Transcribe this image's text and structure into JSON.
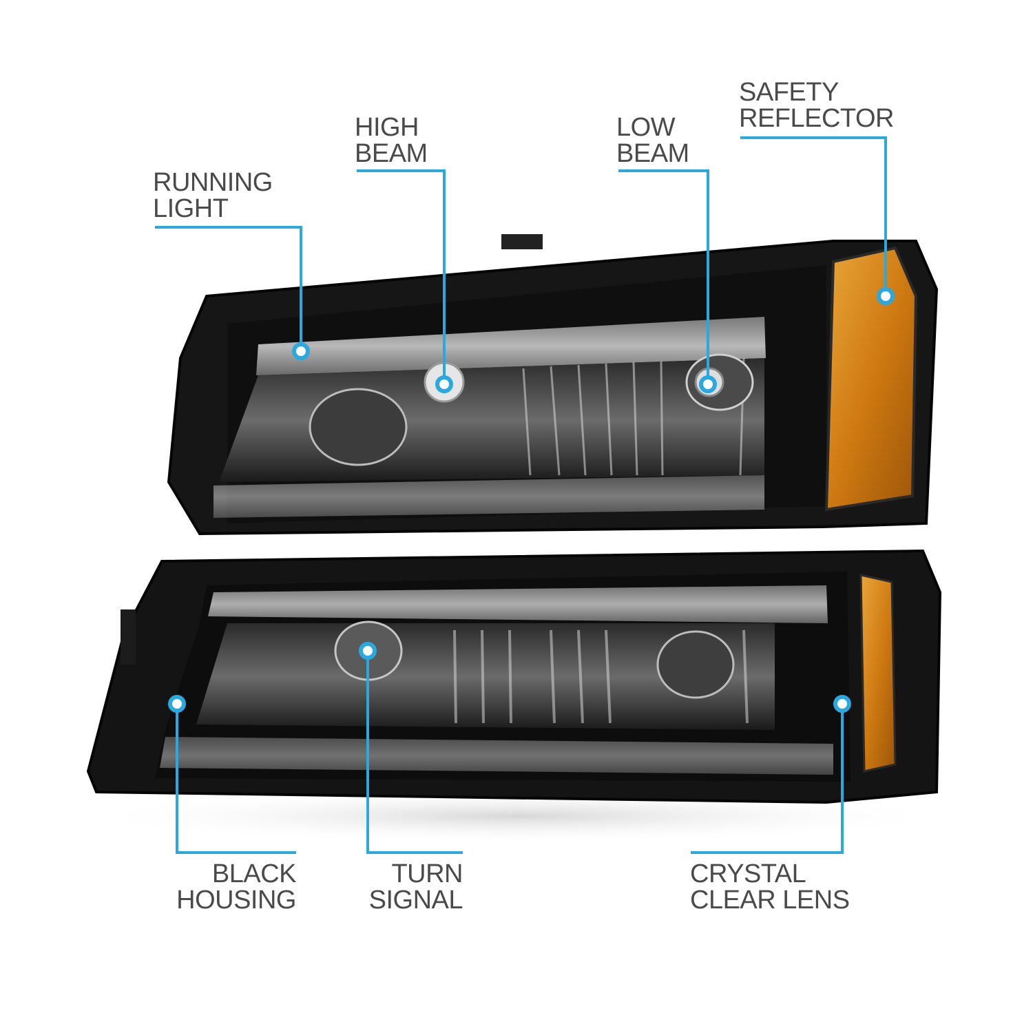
{
  "callouts": {
    "running_light": {
      "line1": "RUNNING",
      "line2": "LIGHT"
    },
    "high_beam": {
      "line1": "HIGH",
      "line2": "BEAM"
    },
    "low_beam": {
      "line1": "LOW",
      "line2": "BEAM"
    },
    "safety_reflector": {
      "line1": "SAFETY",
      "line2": "REFLECTOR"
    },
    "black_housing": {
      "line1": "BLACK",
      "line2": "HOUSING"
    },
    "turn_signal": {
      "line1": "TURN",
      "line2": "SIGNAL"
    },
    "crystal_clear_lens": {
      "line1": "CRYSTAL",
      "line2": "CLEAR LENS"
    }
  },
  "colors": {
    "callout_line": "#2aa8e0",
    "housing": "#1a1a1a",
    "amber": "#d98a1a",
    "label_text": "#4a4a4a"
  }
}
